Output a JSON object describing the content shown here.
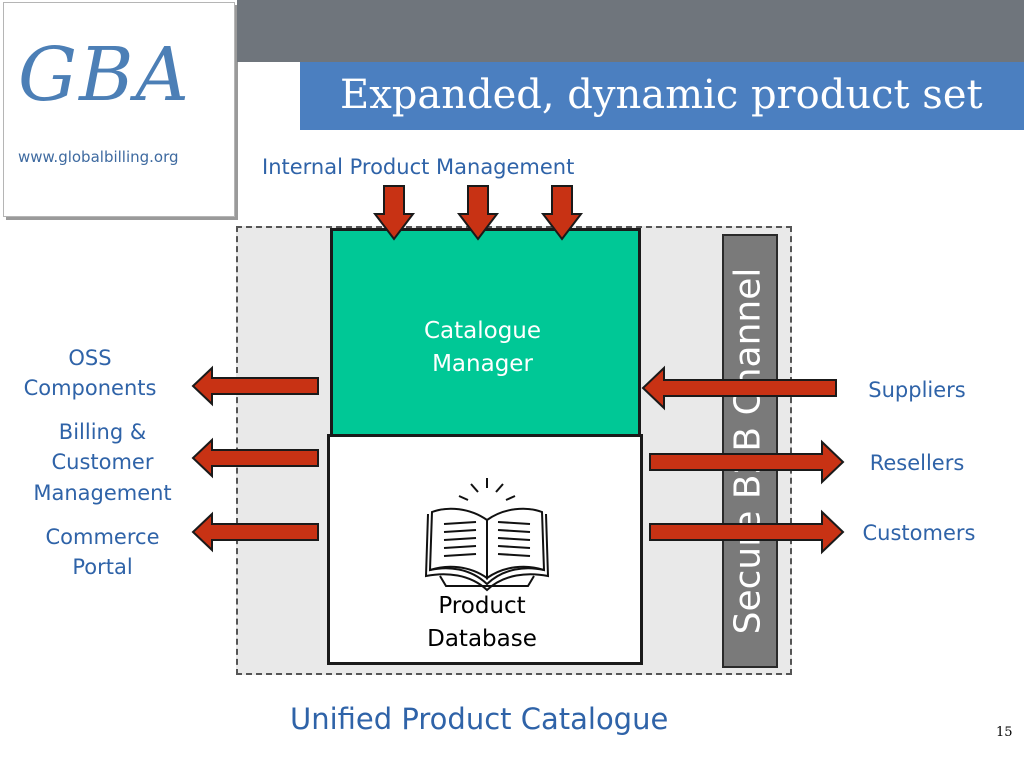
{
  "logo": {
    "letters": "GBA",
    "url": "www.globalbilling.org"
  },
  "title": "Expanded, dynamic product set",
  "internal_product_management": "Internal Product Management",
  "catalogue_manager": "Catalogue\nManager",
  "product_database": "Product\nDatabase",
  "secure_channel": "Secure B2B Channel",
  "left_labels": {
    "oss": "OSS\nComponents",
    "billing": "Billing &\nCustomer\nManagement",
    "commerce": "Commerce\nPortal"
  },
  "right_labels": {
    "suppliers": "Suppliers",
    "resellers": "Resellers",
    "customers": "Customers"
  },
  "footer_label": "Unified Product Catalogue",
  "page_number": "15",
  "colors": {
    "title_bar": "#4b7fc0",
    "top_bar": "#6f757c",
    "catalogue_manager": "#00c896",
    "arrow_fill": "#c83214",
    "label_blue": "#2f63a8",
    "channel_bar": "#7a7a7a"
  },
  "icons": {
    "book": "open-book-icon"
  }
}
